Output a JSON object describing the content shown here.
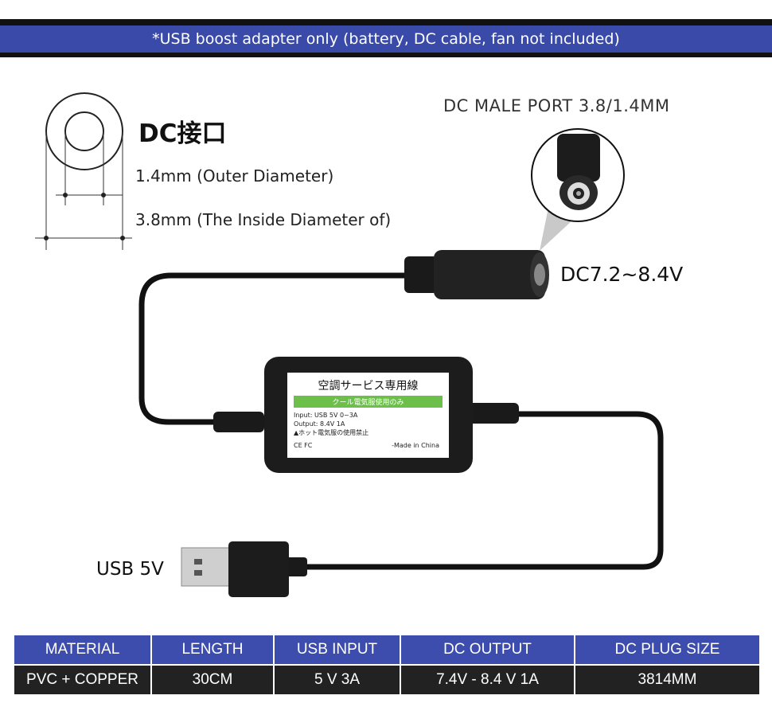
{
  "banner": {
    "text": "*USB boost adapter only (battery, DC cable, fan not included)"
  },
  "diagram": {
    "title": "DC接口",
    "outer_dim": "1.4mm (Outer Diameter)",
    "inner_dim": "3.8mm (The Inside Diameter of)"
  },
  "port": {
    "title": "DC MALE PORT 3.8/1.4MM",
    "voltage": "DC7.2~8.4V"
  },
  "usb": {
    "label": "USB 5V"
  },
  "adapter_label": {
    "title": "空調サービス専用線",
    "green_text": "クール電気服使用のみ",
    "input": "Input: USB 5V 0~3A",
    "output": "Output: 8.4V 1A",
    "warning": "▲ホット電気服の使用禁止",
    "marks": "CE FC",
    "made_in": "-Made in China"
  },
  "spec_table": {
    "headers": [
      "MATERIAL",
      "LENGTH",
      "USB INPUT",
      "DC OUTPUT",
      "DC PLUG SIZE"
    ],
    "values": [
      "PVC + COPPER",
      "30CM",
      "5 V 3A",
      "7.4V - 8.4 V 1A",
      "3814MM"
    ]
  },
  "colors": {
    "banner": "#3a4aa8",
    "table_header": "#3d4dad",
    "table_cell": "#222222",
    "label_green": "#6cc04a"
  }
}
